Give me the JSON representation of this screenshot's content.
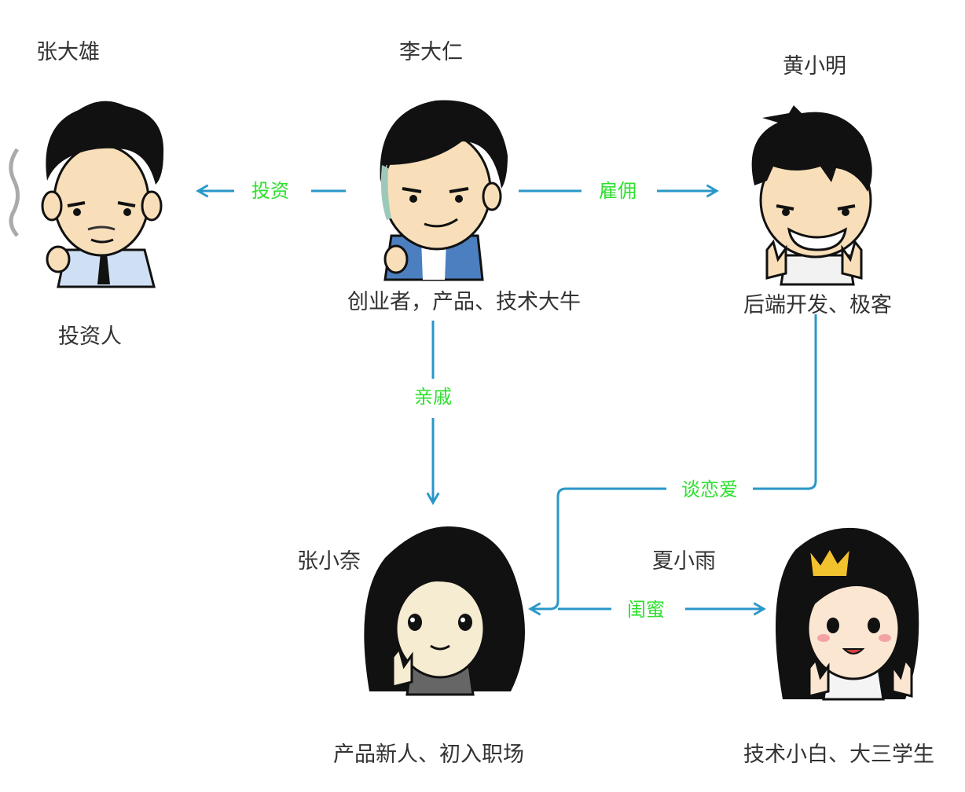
{
  "people": {
    "zhang_daxiong": {
      "name": "张大雄",
      "desc": "投资人"
    },
    "li_daren": {
      "name": "李大仁",
      "desc": "创业者，产品、技术大牛"
    },
    "huang_xiaoming": {
      "name": "黄小明",
      "desc": "后端开发、极客"
    },
    "zhang_xiaonai": {
      "name": "张小奈",
      "desc": "产品新人、初入职场"
    },
    "xia_xiaoyu": {
      "name": "夏小雨",
      "desc": "技术小白、大三学生"
    }
  },
  "relations": {
    "invest": "投资",
    "hire": "雇佣",
    "relative": "亲戚",
    "dating": "谈恋爱",
    "bestie": "闺蜜"
  },
  "colors": {
    "arrow": "#2a97c9",
    "relation_label": "#2ee02e",
    "text": "#333333"
  }
}
